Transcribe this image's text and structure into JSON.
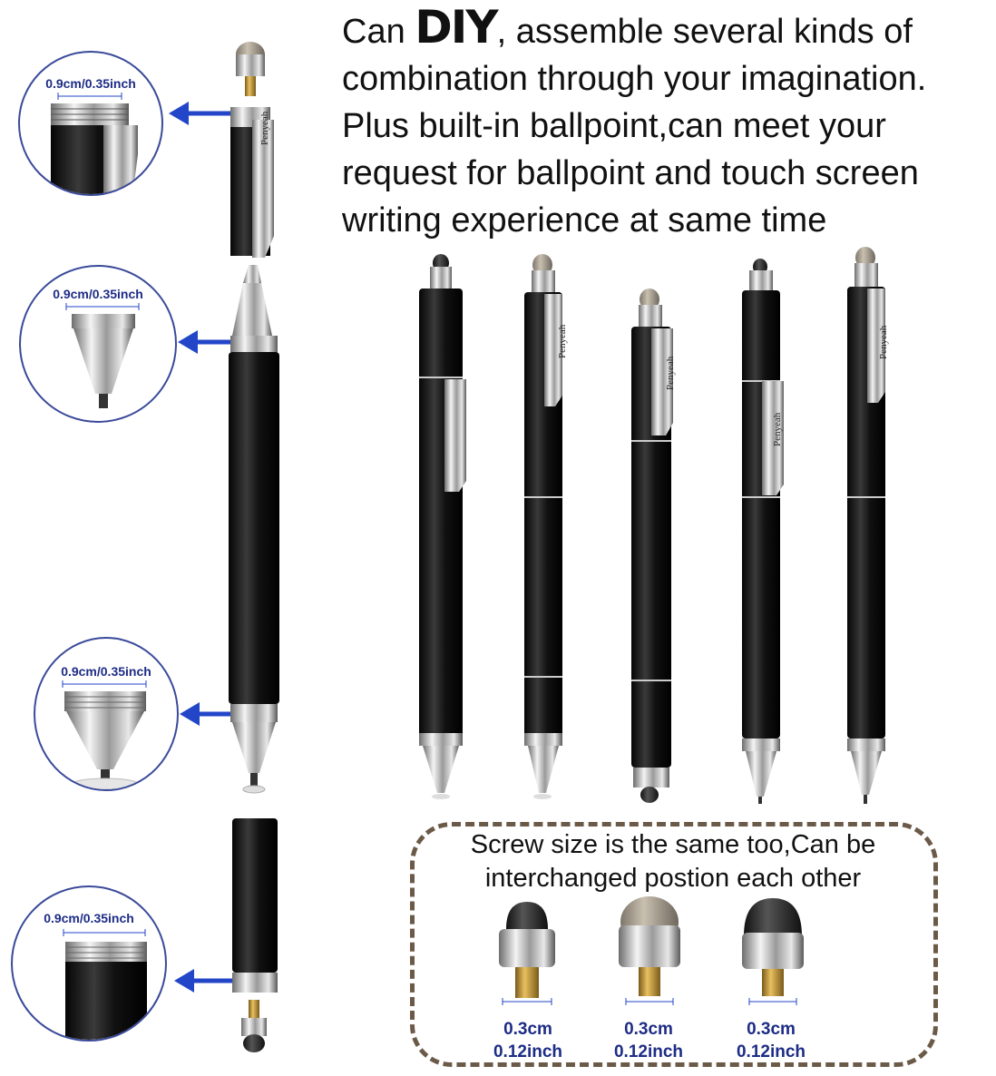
{
  "headline": {
    "line1_prefix": "Can ",
    "line1_emph": "DIY",
    "line1_suffix": ",  assemble several kinds of",
    "line2": "combination through your imagination.",
    "line3": "Plus built-in ballpoint,can meet your",
    "line4": "request for ballpoint and touch screen",
    "line5": "writing experience at same time"
  },
  "callouts": [
    {
      "dimension": "0.9cm/0.35inch"
    },
    {
      "dimension": "0.9cm/0.35inch"
    },
    {
      "dimension": "0.9cm/0.35inch"
    },
    {
      "dimension": "0.9cm/0.35inch"
    }
  ],
  "brand_on_clip": "Penyeah",
  "screw_panel": {
    "text_line1": "Screw size is the same too,Can be",
    "text_line2": "interchanged postion each other",
    "tips": [
      {
        "size_cm": "0.3cm",
        "size_inch": "0.12inch"
      },
      {
        "size_cm": "0.3cm",
        "size_inch": "0.12inch"
      },
      {
        "size_cm": "0.3cm",
        "size_inch": "0.12inch"
      }
    ]
  },
  "colors": {
    "arrow": "#2346c8",
    "circle_border": "#3a4a9a",
    "dimension_text": "#1d2c85",
    "pen_body": "#141414",
    "dashed_border": "#6b5a48"
  }
}
